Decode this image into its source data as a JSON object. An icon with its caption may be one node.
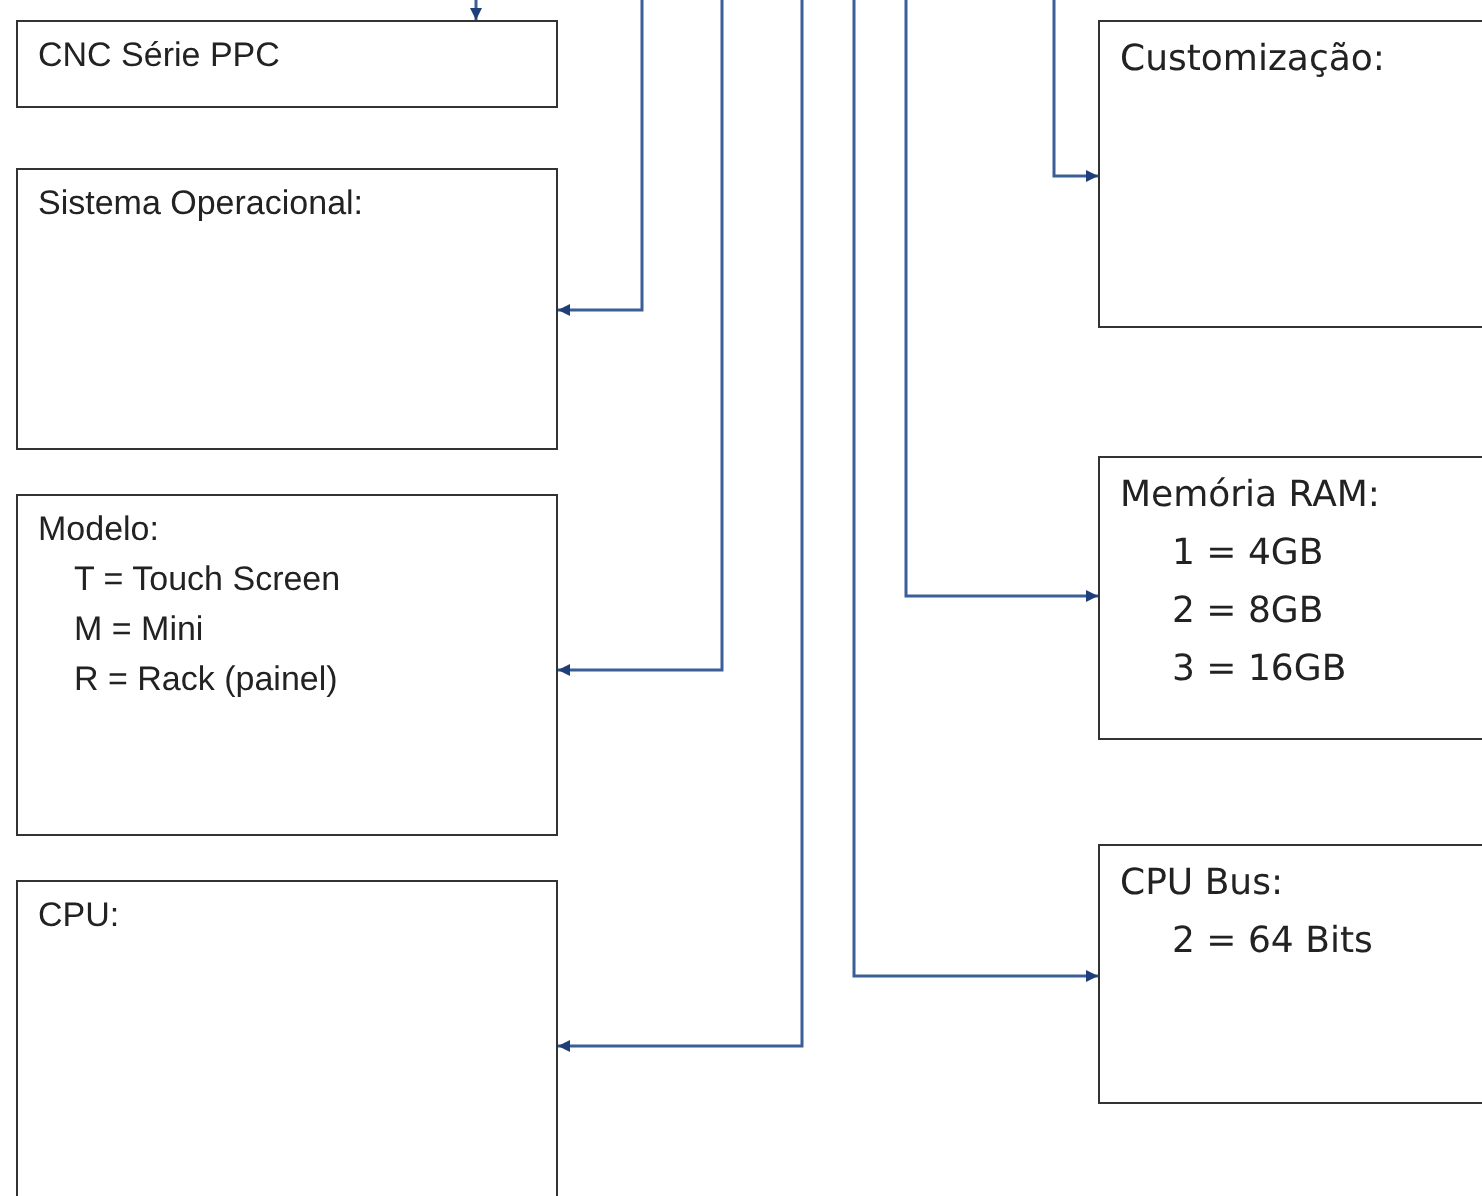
{
  "diagram": {
    "nodes": [
      {
        "text": [
          "CNC Série PPC"
        ]
      },
      {
        "text": [
          "Sistema Operacional:"
        ]
      },
      {
        "text": [
          "Modelo:",
          "T = Touch Screen",
          "M = Mini",
          "R = Rack (painel)"
        ]
      },
      {
        "text": [
          "CPU:"
        ]
      },
      {
        "text": [
          "Customização:"
        ]
      },
      {
        "text": [
          "Memória RAM:",
          "1 = 4GB",
          "2 = 8GB",
          "3 = 16GB"
        ]
      },
      {
        "text": [
          "CPU Bus:",
          "2 = 64 Bits"
        ]
      }
    ],
    "edges": [
      {
        "from": null,
        "to": 0,
        "arrow": "to"
      },
      {
        "from": null,
        "to": 1,
        "arrow": "to"
      },
      {
        "from": null,
        "to": 2,
        "arrow": "to"
      },
      {
        "from": null,
        "to": 3,
        "arrow": "to"
      },
      {
        "from": null,
        "to": 6,
        "arrow": "to"
      },
      {
        "from": null,
        "to": 5,
        "arrow": "to"
      },
      {
        "from": null,
        "to": 4,
        "arrow": "to"
      }
    ]
  }
}
